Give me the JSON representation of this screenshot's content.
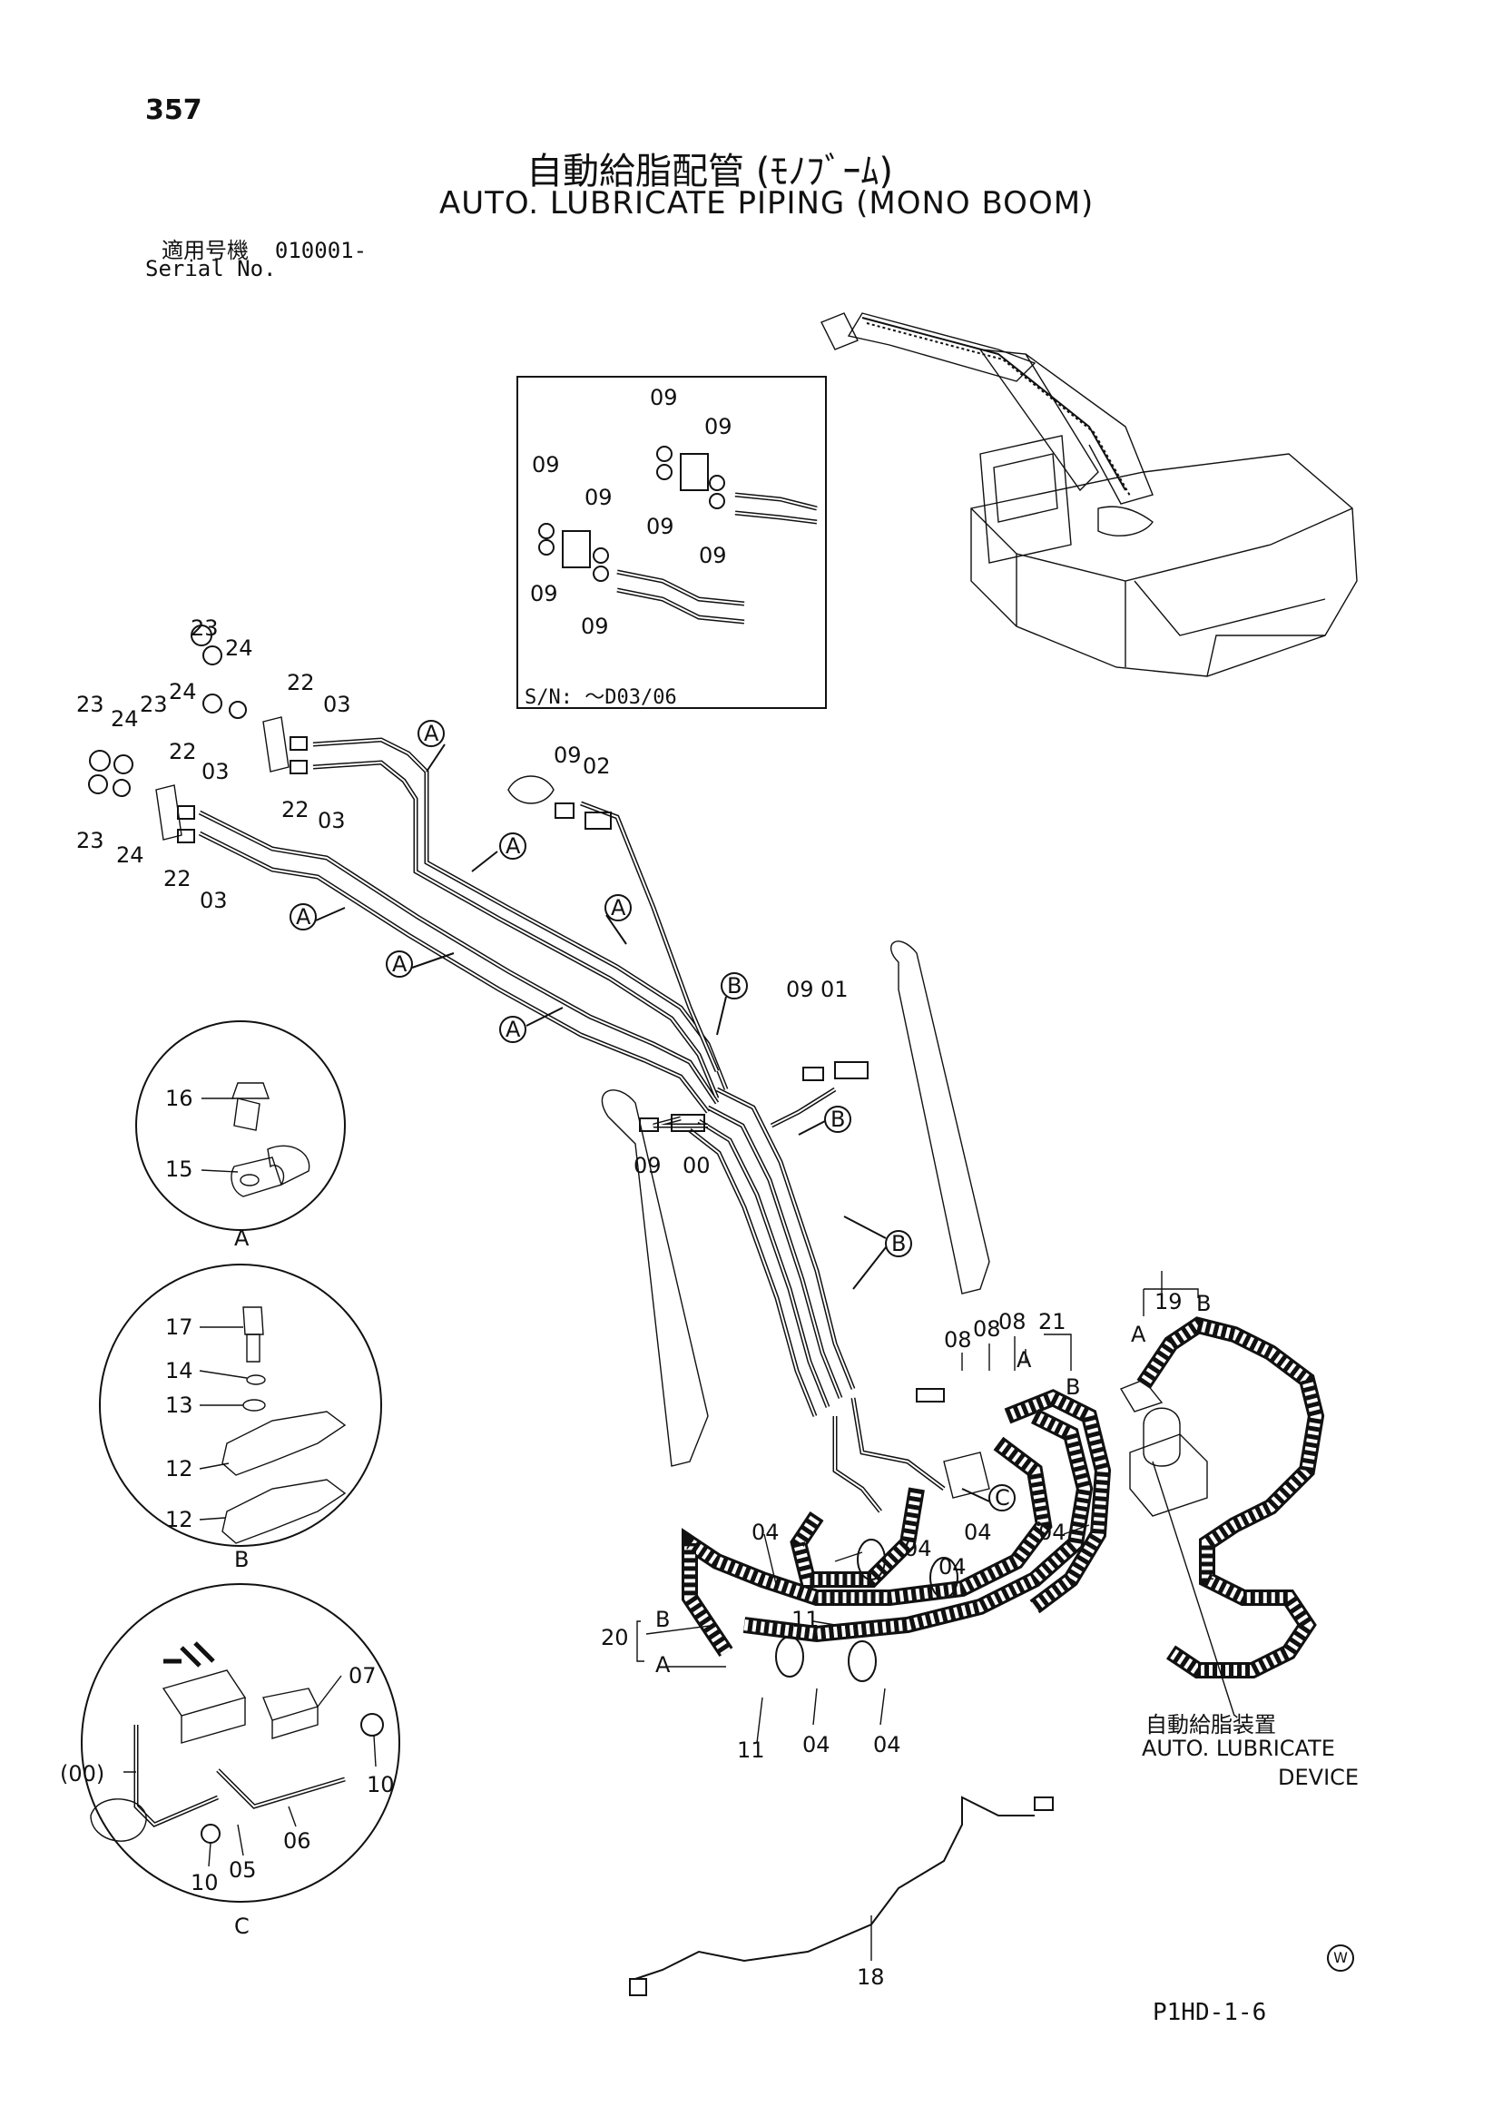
{
  "page_number": "357",
  "title_jp": "自動給脂配管 (ﾓﾉﾌﾞｰﾑ)",
  "title_en": "AUTO. LUBRICATE PIPING (MONO BOOM)",
  "serial_label_jp": "適用号機",
  "serial_value": "010001-",
  "serial_label_en": "Serial No.",
  "inset_serial": "S/N: ～D03/06",
  "device_label_jp": "自動給脂装置",
  "device_label_en_1": "AUTO. LUBRICATE",
  "device_label_en_2": "DEVICE",
  "footer_code": "P1HD-1-6",
  "mark": "W",
  "detail_labels": {
    "a": "A",
    "b": "B",
    "c": "C"
  },
  "callouts": {
    "inset": [
      "09",
      "09",
      "09",
      "09",
      "09",
      "09",
      "09",
      "09"
    ],
    "left_bracket": [
      "23",
      "24",
      "23",
      "24",
      "23",
      "24",
      "23",
      "24",
      "22",
      "22",
      "22",
      "22",
      "03",
      "03",
      "03",
      "03"
    ],
    "boom": [
      "09",
      "02",
      "09",
      "01",
      "09",
      "00"
    ],
    "device": [
      "19",
      "08",
      "08",
      "08",
      "21",
      "04",
      "04",
      "04",
      "04",
      "04",
      "04",
      "04",
      "11",
      "11",
      "20",
      "18"
    ],
    "detail_a": [
      "16",
      "15"
    ],
    "detail_b": [
      "17",
      "14",
      "13",
      "12",
      "12"
    ],
    "detail_c": [
      "07",
      "(00)",
      "10",
      "10",
      "05",
      "06"
    ]
  },
  "section_marks": [
    "A",
    "A",
    "A",
    "A",
    "A",
    "A",
    "B",
    "B",
    "B",
    "C",
    "A",
    "B",
    "A",
    "B",
    "B",
    "A"
  ]
}
